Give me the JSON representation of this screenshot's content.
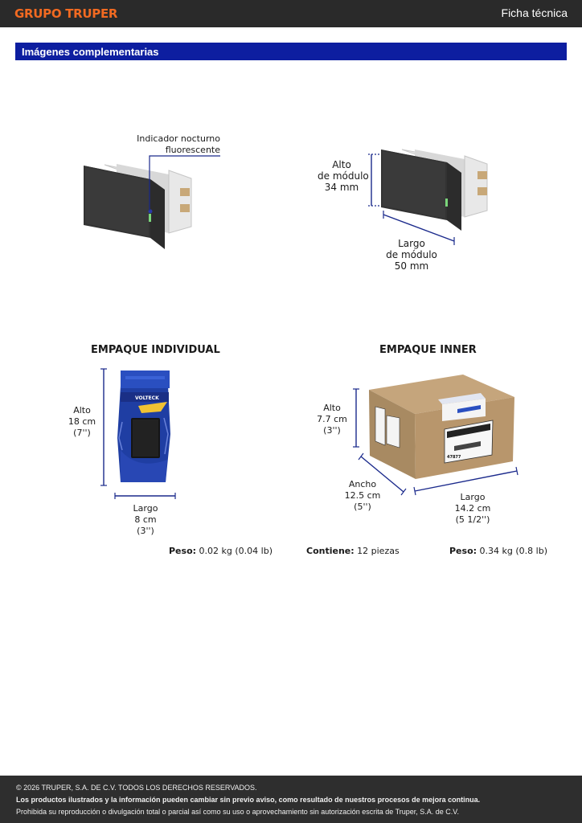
{
  "header": {
    "brand": "GRUPO TRUPER",
    "doc_type": "Ficha técnica"
  },
  "section": {
    "title": "Imágenes complementarias"
  },
  "product": {
    "indicator_label": [
      "Indicador nocturno",
      "fluorescente"
    ],
    "height_label": [
      "Alto",
      "de módulo",
      "34 mm"
    ],
    "length_label": [
      "Largo",
      "de módulo",
      "50 mm"
    ]
  },
  "individual": {
    "heading": "EMPAQUE INDIVIDUAL",
    "height": [
      "Alto",
      "18 cm",
      "(7'')"
    ],
    "length": [
      "Largo",
      "8 cm",
      "(3'')"
    ],
    "weight_label": "Peso:",
    "weight_value": "0.02 kg (0.04 lb)",
    "brand_on_pack": "VOLTECK"
  },
  "inner": {
    "heading": "EMPAQUE INNER",
    "height": [
      "Alto",
      "7.7 cm",
      "(3'')"
    ],
    "width": [
      "Ancho",
      "12.5 cm",
      "(5'')"
    ],
    "length": [
      "Largo",
      "14.2 cm",
      "(5 1/2'')"
    ],
    "contains_label": "Contiene:",
    "contains_value": "12 piezas",
    "weight_label": "Peso:",
    "weight_value": "0.34 kg (0.8 lb)",
    "box_code": "47877"
  },
  "footer": {
    "copyright": "© 2026 TRUPER, S.A. DE C.V. TODOS LOS DERECHOS RESERVADOS.",
    "notice": "Los productos ilustrados y la información pueden cambiar sin previo aviso, como resultado de nuestros procesos de mejora continua.",
    "legal": "Prohibida su reproducción o divulgación total o parcial así como su uso o aprovechamiento sin autorización escrita de Truper, S.A. de C.V."
  },
  "colors": {
    "brand": "#f26a21",
    "section_bar": "#0d1ea0",
    "dimension_line": "#1b2a8c",
    "indicator": "#7bd67b"
  }
}
